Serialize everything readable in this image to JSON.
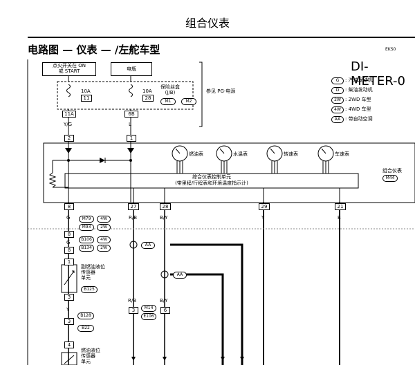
{
  "page_title": "组合仪表",
  "section_title": "电路图 — 仪表 — /左舵车型",
  "diagram_code": "EKS0",
  "diagram_id": "DI-METER-0",
  "power": {
    "ignition_label": "点火开关在 ON\n或 START",
    "battery_label": "电瓶"
  },
  "fuses": [
    {
      "rating": "10A",
      "number": "11"
    },
    {
      "rating": "10A",
      "number": "28"
    }
  ],
  "fuse_box": {
    "label": "保险丝盒\n(J/B)",
    "codes": [
      "M1",
      "M2"
    ]
  },
  "reference": "参见 PG-电源",
  "legend": [
    {
      "code": "G",
      "text": ": 汽油发动机"
    },
    {
      "code": "D",
      "text": ": 柴油发动机"
    },
    {
      "code": "2W",
      "text": ": 2WD 车型"
    },
    {
      "code": "4W",
      "text": ": 4WD 车型"
    },
    {
      "code": "AA",
      "text": ": 带自动空调"
    }
  ],
  "gauges": [
    "燃油表",
    "水温表",
    "转速表",
    "车速表"
  ],
  "control_unit": {
    "title": "综合仪表控制单元",
    "subtitle": "(带里程/行程表和环境温度指示计)"
  },
  "meter": {
    "label": "组合仪表",
    "code": "M44"
  },
  "terminals": {
    "fuse_out": [
      "11A",
      "6B"
    ],
    "wire_top": [
      "Y/G",
      "L"
    ],
    "meter_in": [
      "2",
      "1"
    ],
    "meter_out": [
      "8",
      "27",
      "28",
      "29",
      "21"
    ]
  },
  "wires": {
    "pin8": "G",
    "pin27": "R/B",
    "pin28": "B/Y",
    "pin29": "Y",
    "pin21": "B",
    "left_mid": "G",
    "left_low": "Y",
    "r_b": "R/B",
    "b_y": "B/Y"
  },
  "left_conn_codes": [
    {
      "code": "M79",
      "var": "4W"
    },
    {
      "code": "M93",
      "var": "2W"
    },
    {
      "code": "B106",
      "var": "4W"
    },
    {
      "code": "B134",
      "var": "2W"
    }
  ],
  "left_conn_pins": [
    "8",
    "8"
  ],
  "sub_sensor": {
    "label": "副燃油液位\n传感器\n单元",
    "code": "B125",
    "pins": [
      "1",
      "3"
    ]
  },
  "b128": {
    "code": "B128",
    "pin": "3",
    "code2": "B22"
  },
  "main_sensor": {
    "label": "燃油液位\n传感器\n单元",
    "pin": "4"
  },
  "aa_tag": "AA",
  "mid_conn": {
    "codes": [
      "M14",
      "E106"
    ],
    "pins": [
      "3",
      "6"
    ]
  }
}
